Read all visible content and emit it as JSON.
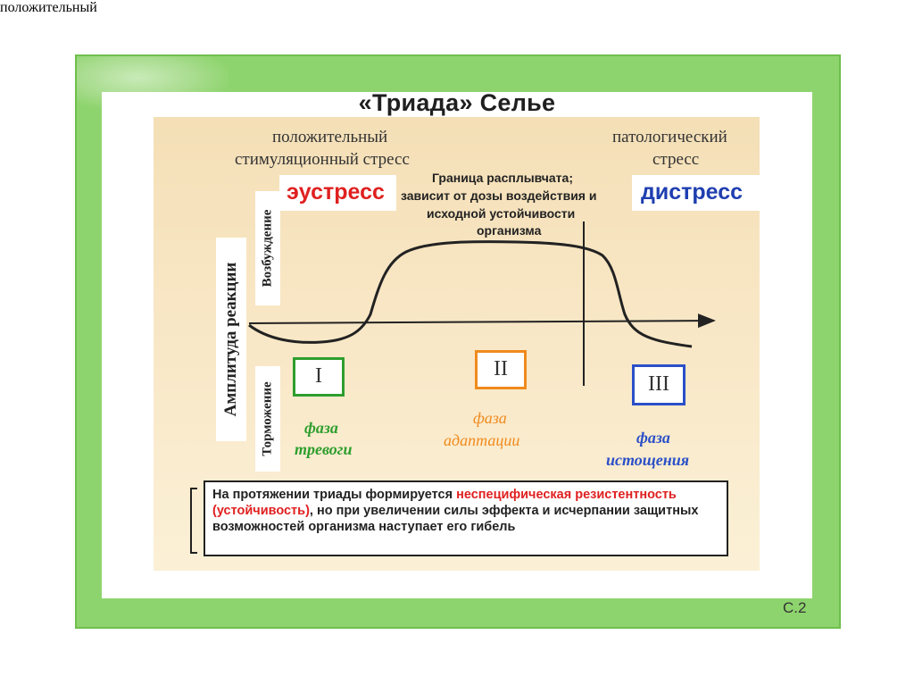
{
  "slide": {
    "title": "«Триада» Селье",
    "page_number": "С.2"
  },
  "diagram": {
    "positive_stress": {
      "line1": "положительный",
      "line2": "стимуляционный стресс"
    },
    "pathological_stress": {
      "line1": "патологический",
      "line2": "стресс"
    },
    "eustress": "эустресс",
    "distress": "дистресс",
    "boundary_note": {
      "line1": "Граница расплывчата;",
      "line2": "зависит от дозы воздействия и",
      "line3": "исходной устойчивости",
      "line4": "организма"
    },
    "y_axis_label": "Амплитуда реакции",
    "excitation_label": "Возбуждение",
    "inhibition_label": "Торможение",
    "phases": [
      {
        "numeral": "I",
        "line1": "фаза",
        "line2": "тревоги",
        "color": "#2e9e2e"
      },
      {
        "numeral": "II",
        "line1": "фаза",
        "line2": "адаптации",
        "color": "#f08a1c"
      },
      {
        "numeral": "III",
        "line1": "фаза",
        "line2": "истощения",
        "color": "#2a4fc8"
      }
    ],
    "colors": {
      "eustress": "#e02020",
      "distress": "#1f3fb0",
      "frame": "#8ed46e"
    }
  },
  "note": {
    "part1": "На протяжении триады формируется ",
    "highlight": "неспецифическая резистентность (устойчивость)",
    "part2": ", но при увеличении силы эффекта и исчерпании защитных возможностей организма наступает его гибель"
  }
}
